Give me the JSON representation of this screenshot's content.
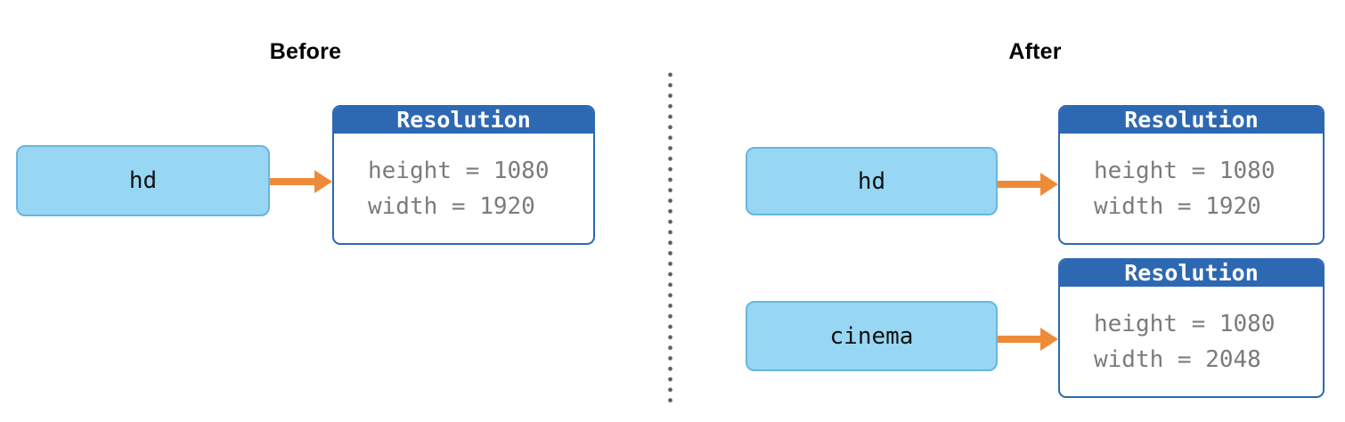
{
  "colors": {
    "accent_blue_header": "#2D68B2",
    "instance_border_blue": "#2D68B2",
    "variable_fill_blue": "#97D7F4",
    "variable_border_blue": "#69B6DE",
    "arrow_orange": "#EE8B38",
    "field_text_gray": "#7B7B7B",
    "divider_dot_gray": "#5F5F5F"
  },
  "before": {
    "title": "Before",
    "rows": [
      {
        "variable": "hd",
        "class_name": "Resolution",
        "fields": [
          "height = 1080",
          "width = 1920"
        ]
      }
    ]
  },
  "after": {
    "title": "After",
    "rows": [
      {
        "variable": "hd",
        "class_name": "Resolution",
        "fields": [
          "height = 1080",
          "width = 1920"
        ]
      },
      {
        "variable": "cinema",
        "class_name": "Resolution",
        "fields": [
          "height = 1080",
          "width = 2048"
        ]
      }
    ]
  }
}
